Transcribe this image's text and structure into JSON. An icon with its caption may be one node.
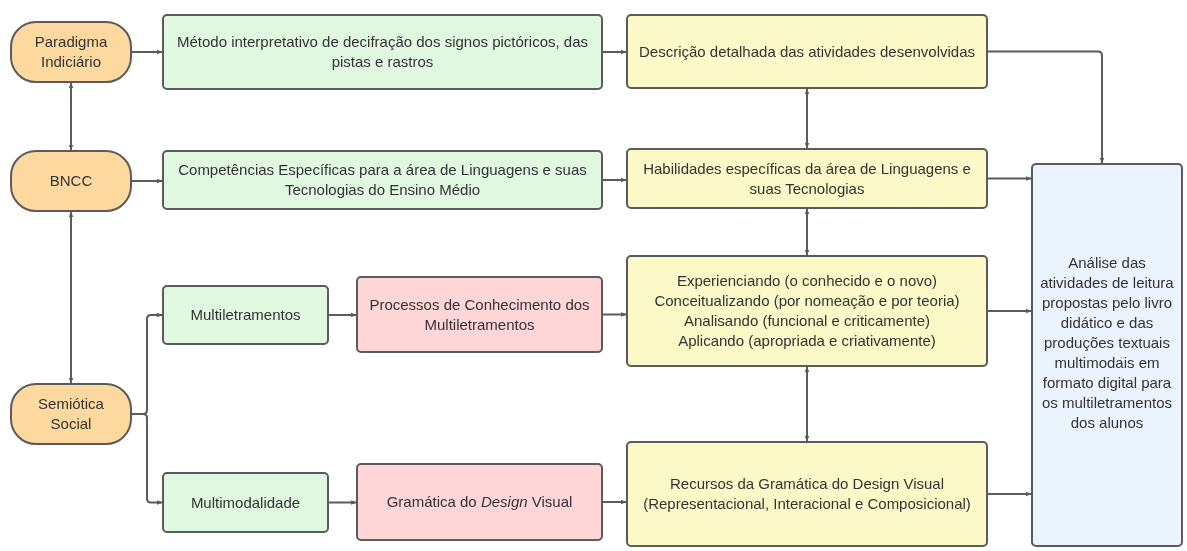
{
  "diagram": {
    "nodes": [
      {
        "text": [
          "Paradigma Indiciário"
        ]
      },
      {
        "text": [
          "Método interpretativo de decifração dos signos pictóricos, das pistas e rastros"
        ]
      },
      {
        "text": [
          "Descrição detalhada das atividades desenvolvidas"
        ]
      },
      {
        "text": [
          "BNCC"
        ]
      },
      {
        "text": [
          "Competências Específicas para a área de Linguagens e suas Tecnologias do Ensino Médio"
        ]
      },
      {
        "text": [
          "Habilidades específicas da área de Linguagens e suas Tecnologias"
        ]
      },
      {
        "text": [
          "Análise das atividades de leitura propostas pelo livro didático e das produções textuais multimodais em formato digital para os multiletramentos dos alunos"
        ]
      },
      {
        "text": [
          "Multiletramentos"
        ]
      },
      {
        "text": [
          "Processos de Conhecimento dos Multiletramentos"
        ]
      },
      {
        "text": [
          "Experienciando (o conhecido e o novo)",
          "Conceitualizando (por nomeação e por teoria)",
          "Analisando (funcional e criticamente)",
          "Aplicando (apropriada e criativamente)"
        ]
      },
      {
        "text": [
          "Semiótica Social"
        ]
      },
      {
        "text": [
          "Multimodalidade"
        ]
      },
      {
        "text": [
          "Gramática do *Design* Visual"
        ]
      },
      {
        "text": [
          "Recursos da Gramática do Design Visual (Representacional, Interacional e Composicional)"
        ]
      }
    ],
    "edges": [
      {
        "from": 0,
        "to": 1,
        "arrow": "to"
      },
      {
        "from": 1,
        "to": 2,
        "arrow": "to"
      },
      {
        "from": 2,
        "to": 6,
        "arrow": "to"
      },
      {
        "from": 0,
        "to": 3,
        "arrow": "both"
      },
      {
        "from": 3,
        "to": 4,
        "arrow": "to"
      },
      {
        "from": 4,
        "to": 5,
        "arrow": "to"
      },
      {
        "from": 2,
        "to": 5,
        "arrow": "both"
      },
      {
        "from": 5,
        "to": 6,
        "arrow": "to"
      },
      {
        "from": 3,
        "to": 10,
        "arrow": "both"
      },
      {
        "from": 5,
        "to": 9,
        "arrow": "both"
      },
      {
        "from": 10,
        "to": 7,
        "arrow": "to"
      },
      {
        "from": 7,
        "to": 8,
        "arrow": "to"
      },
      {
        "from": 8,
        "to": 9,
        "arrow": "to"
      },
      {
        "from": 9,
        "to": 6,
        "arrow": "to"
      },
      {
        "from": 9,
        "to": 13,
        "arrow": "both"
      },
      {
        "from": 10,
        "to": 11,
        "arrow": "to"
      },
      {
        "from": 11,
        "to": 12,
        "arrow": "to"
      },
      {
        "from": 12,
        "to": 13,
        "arrow": "to"
      },
      {
        "from": 13,
        "to": 6,
        "arrow": "to"
      }
    ]
  }
}
